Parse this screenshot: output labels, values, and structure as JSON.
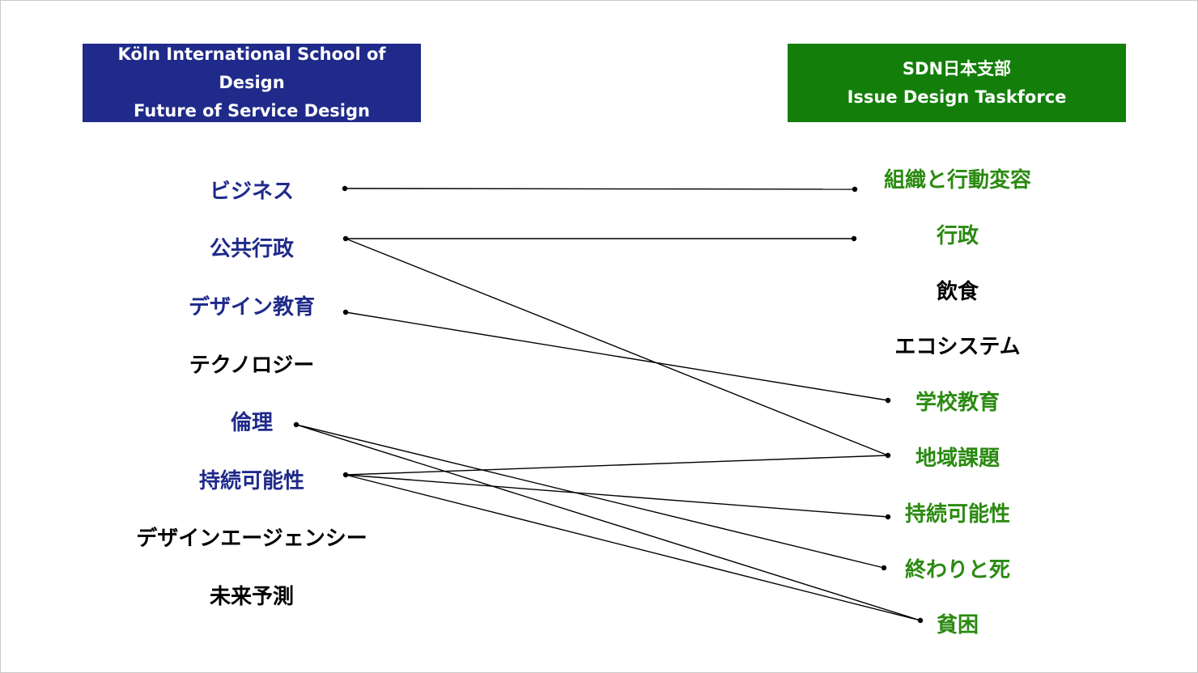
{
  "colors": {
    "left_header_bg": "#1f2a8a",
    "right_header_bg": "#137f0a",
    "left_accent": "#1f2a8a",
    "right_accent": "#2a8a10",
    "neutral_text": "#000000"
  },
  "left_header": {
    "line1": "Köln International School of Design",
    "line2": "Future of Service Design"
  },
  "right_header": {
    "line1": "SDN日本支部",
    "line2": "Issue Design Taskforce"
  },
  "left_terms": [
    {
      "label": "ビジネス",
      "highlighted": true
    },
    {
      "label": "公共行政",
      "highlighted": true
    },
    {
      "label": "デザイン教育",
      "highlighted": true
    },
    {
      "label": "テクノロジー",
      "highlighted": false
    },
    {
      "label": "倫理",
      "highlighted": true
    },
    {
      "label": "持続可能性",
      "highlighted": true
    },
    {
      "label": "デザインエージェンシー",
      "highlighted": false
    },
    {
      "label": "未来予測",
      "highlighted": false
    }
  ],
  "right_terms": [
    {
      "label": "組織と行動変容",
      "highlighted": true
    },
    {
      "label": "行政",
      "highlighted": true
    },
    {
      "label": "飲食",
      "highlighted": false
    },
    {
      "label": "エコシステム",
      "highlighted": false
    },
    {
      "label": "学校教育",
      "highlighted": true
    },
    {
      "label": "地域課題",
      "highlighted": true
    },
    {
      "label": "持続可能性",
      "highlighted": true
    },
    {
      "label": "終わりと死",
      "highlighted": true
    },
    {
      "label": "貧困",
      "highlighted": true
    }
  ],
  "connections": [
    {
      "from": "ビジネス",
      "to": "組織と行動変容"
    },
    {
      "from": "公共行政",
      "to": "行政"
    },
    {
      "from": "公共行政",
      "to": "地域課題"
    },
    {
      "from": "デザイン教育",
      "to": "学校教育"
    },
    {
      "from": "倫理",
      "to": "終わりと死"
    },
    {
      "from": "倫理",
      "to": "貧困"
    },
    {
      "from": "持続可能性",
      "to": "地域課題"
    },
    {
      "from": "持続可能性",
      "to": "持続可能性"
    },
    {
      "from": "持続可能性",
      "to": "貧困"
    }
  ]
}
